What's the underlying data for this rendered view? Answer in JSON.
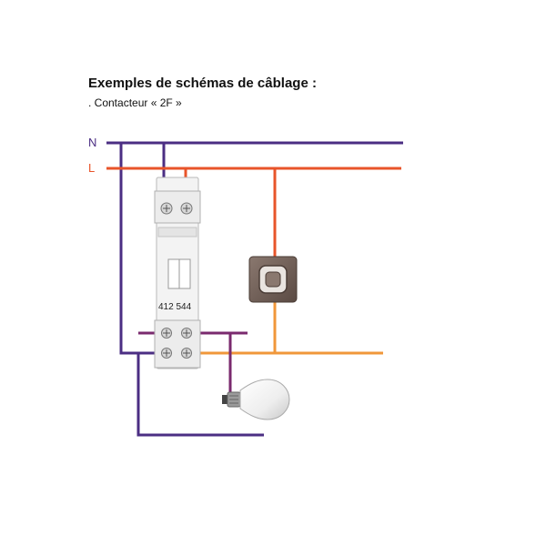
{
  "header": {
    "title": "Exemples de schémas de câblage :",
    "subtitle": ". Contacteur « 2F »"
  },
  "lines": {
    "neutral_label": "N",
    "live_label": "L"
  },
  "contactor": {
    "reference": "412 544"
  },
  "colors": {
    "neutral_wire": "#4b2e83",
    "live_wire": "#e8542a",
    "control_wire": "#f0973a",
    "lamp_wire": "#7a2a6e",
    "switch_body": "#6b5a52"
  }
}
